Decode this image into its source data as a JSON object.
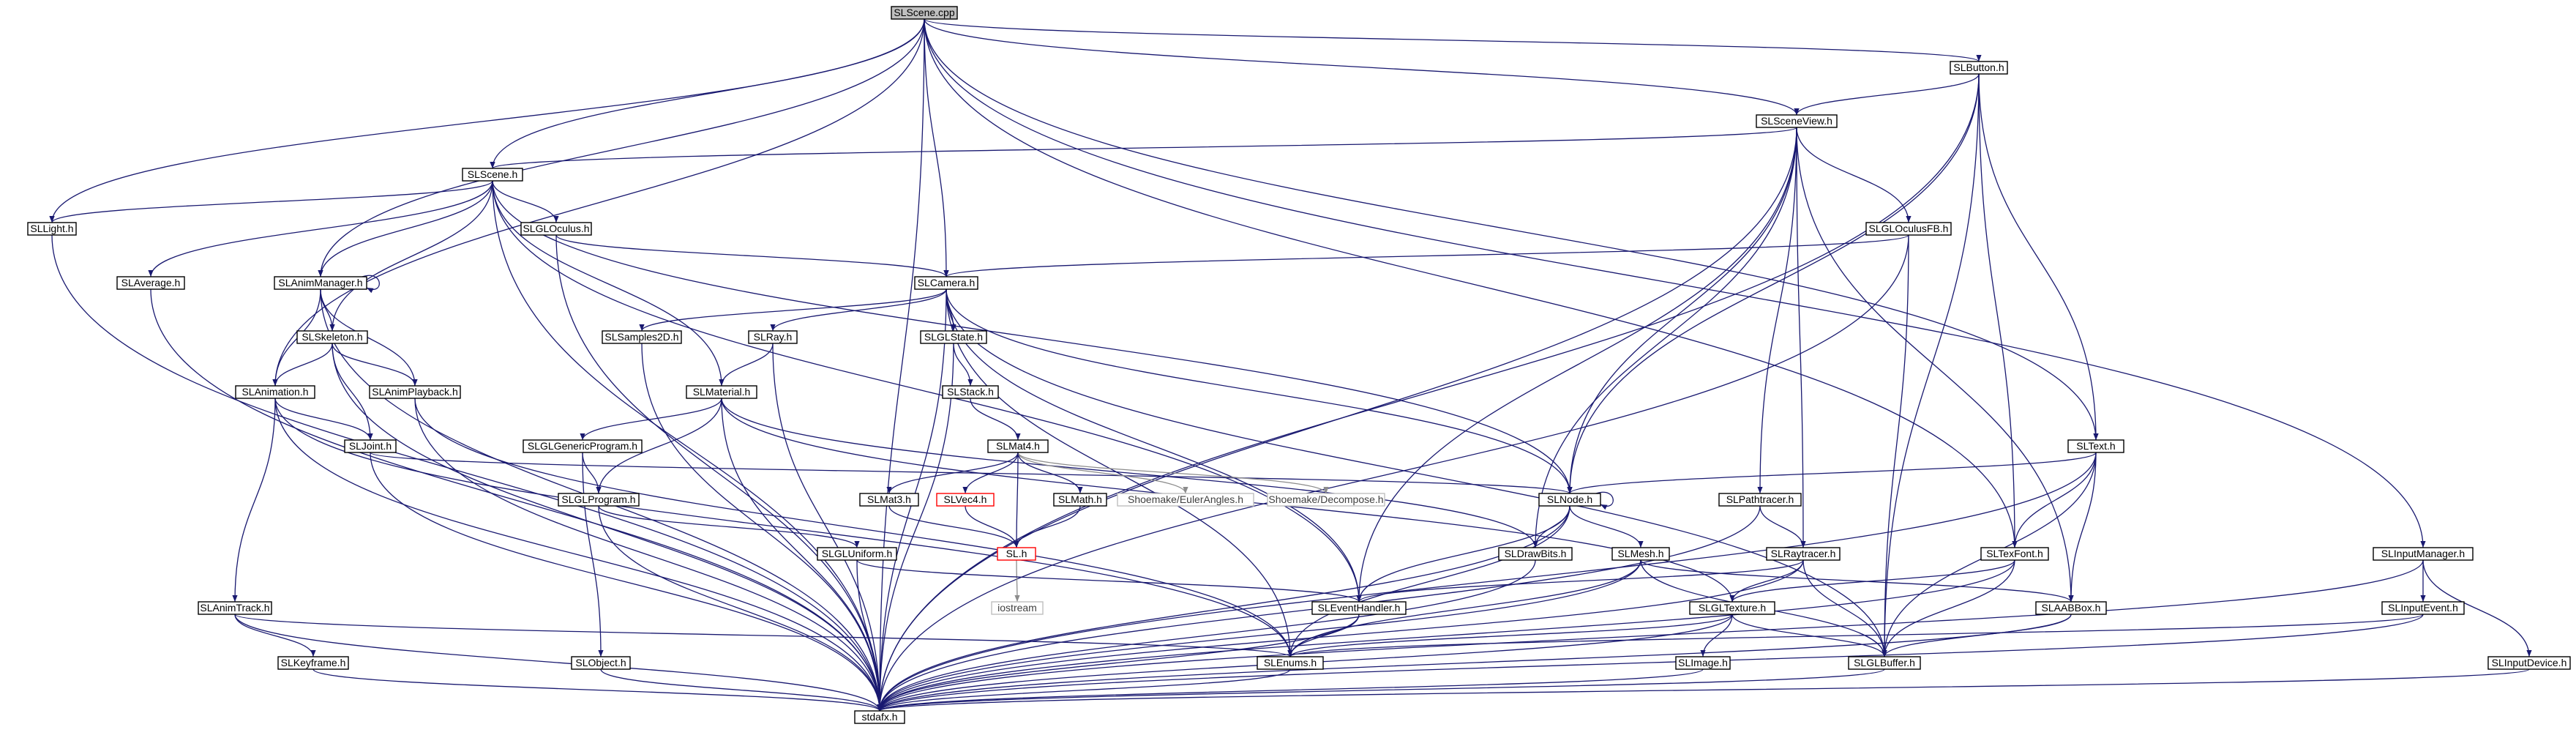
{
  "diagram": {
    "edge_color": "#191970",
    "nodes": {
      "scene_cpp": "SLScene.cpp",
      "button_h": "SLButton.h",
      "sceneview_h": "SLSceneView.h",
      "scene_h": "SLScene.h",
      "light_h": "SLLight.h",
      "gloculus_h": "SLGLOculus.h",
      "gloculusfb_h": "SLGLOculusFB.h",
      "average_h": "SLAverage.h",
      "animmanager_h": "SLAnimManager.h",
      "camera_h": "SLCamera.h",
      "samples2d_h": "SLSamples2D.h",
      "ray_h": "SLRay.h",
      "glstate_h": "SLGLState.h",
      "skeleton_h": "SLSkeleton.h",
      "animplayback_h": "SLAnimPlayback.h",
      "animation_h": "SLAnimation.h",
      "material_h": "SLMaterial.h",
      "stack_h": "SLStack.h",
      "glgenericprogram_h": "SLGLGenericProgram.h",
      "joint_h": "SLJoint.h",
      "mat4_h": "SLMat4.h",
      "mat3_h": "SLMat3.h",
      "vec4_h": "SLVec4.h",
      "math_h": "SLMath.h",
      "euler_h": "Shoemake/EulerAngles.h",
      "decompose_h": "Shoemake/Decompose.h",
      "glprogram_h": "SLGLProgram.h",
      "sl_h": "SL.h",
      "node_h": "SLNode.h",
      "pathtracer_h": "SLPathtracer.h",
      "text_h": "SLText.h",
      "texfont_h": "SLTexFont.h",
      "gluniform_h": "SLGLUniform.h",
      "drawbits_h": "SLDrawBits.h",
      "mesh_h": "SLMesh.h",
      "raytracer_h": "SLRaytracer.h",
      "inputmanager_h": "SLInputManager.h",
      "iostream": "iostream",
      "animtrack_h": "SLAnimTrack.h",
      "eventhandler_h": "SLEventHandler.h",
      "gltexture_h": "SLGLTexture.h",
      "aabbox_h": "SLAABBox.h",
      "inputevent_h": "SLInputEvent.h",
      "keyframe_h": "SLKeyframe.h",
      "object_h": "SLObject.h",
      "enums_h": "SLEnums.h",
      "image_h": "SLImage.h",
      "glbuffer_h": "SLGLBuffer.h",
      "inputdevice_h": "SLInputDevice.h",
      "stdafx_h": "stdafx.h"
    }
  }
}
